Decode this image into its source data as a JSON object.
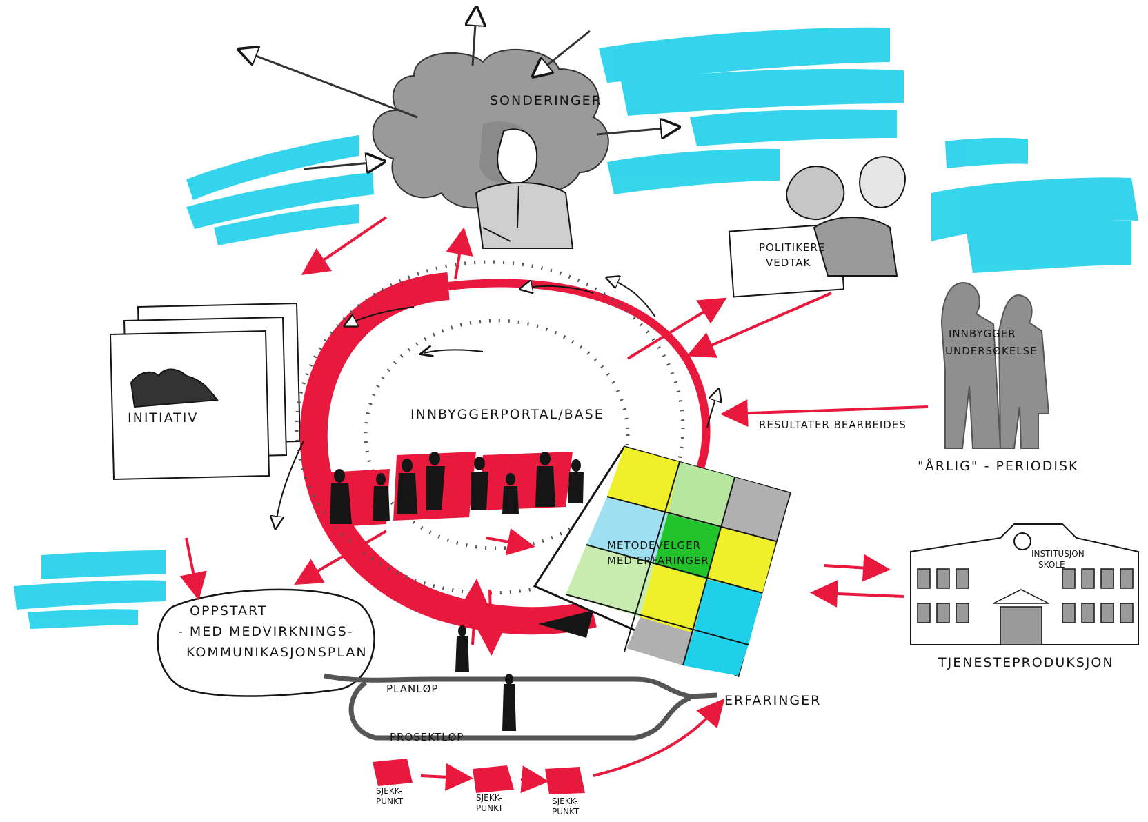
{
  "labels": {
    "sonderinger": "SONDERINGER",
    "politikere": "POLITIKERE",
    "vedtak": "VEDTAK",
    "innbygger": "INNBYGGER",
    "undersokelse": "UNDERSØKELSE",
    "initiativ": "INITIATIV",
    "innbyggerportal": "INNBYGGERPORTAL/BASE",
    "resultater": "RESULTATER BEARBEIDES",
    "arlig": "\"ÅRLIG\" - PERIODISK",
    "metodevelger_line1": "METODEVELGER",
    "metodevelger_line2": "MED ERFARINGER",
    "institusjon_line1": "INSTITUSJON",
    "institusjon_line2": "SKOLE",
    "tjenesteproduksjon": "TJENESTEPRODUKSJON",
    "oppstart_line1": "OPPSTART",
    "oppstart_line2": "- MED MEDVIRKNINGS-",
    "oppstart_line3": "KOMMUNIKASJONSPLAN",
    "planlop": "PLANLØP",
    "prosjektlop": "PROSEKTLØP",
    "erfaringer": "ERFARINGER",
    "sjekkpunkt_line1": "SJEKK-",
    "sjekkpunkt_line2": "PUNKT"
  },
  "colors": {
    "cyan": "#1fd0ea",
    "red": "#e8193c",
    "grey": "#9a9a9a",
    "dark_grey": "#555555",
    "yellow": "#f0f02a",
    "green": "#22c22a",
    "light_green": "#b6e6a0",
    "ink": "#151515"
  }
}
